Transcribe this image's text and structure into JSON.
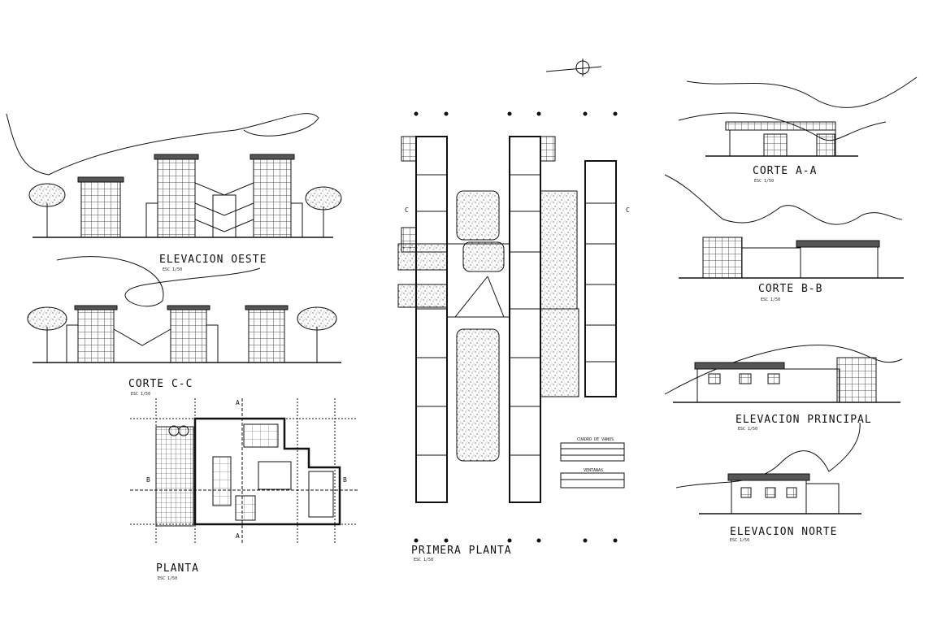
{
  "titles": {
    "elevacion_oeste": "ELEVACION OESTE",
    "corte_cc": "CORTE C-C",
    "planta": "PLANTA",
    "primera_planta": "PRIMERA PLANTA",
    "corte_aa": "CORTE A-A",
    "corte_bb": "CORTE B-B",
    "elevacion_principal": "ELEVACION PRINCIPAL",
    "elevacion_norte": "ELEVACION NORTE"
  },
  "scales": {
    "elevacion_oeste": "ESC 1/50",
    "corte_cc": "ESC 1/50",
    "planta": "ESC 1/50",
    "primera_planta": "ESC 1/50",
    "corte_aa": "ESC 1/50",
    "corte_bb": "ESC 1/50",
    "elevacion_principal": "ESC 1/50",
    "elevacion_norte": "ESC 1/50"
  },
  "section_marks": {
    "a": "A",
    "b": "B",
    "c": "C"
  },
  "tables": {
    "cuadro_vanos": "CUADRO DE VANOS",
    "ventanas": "VENTANAS"
  },
  "colors": {
    "line": "#111111",
    "highlight": "#f2e600"
  }
}
